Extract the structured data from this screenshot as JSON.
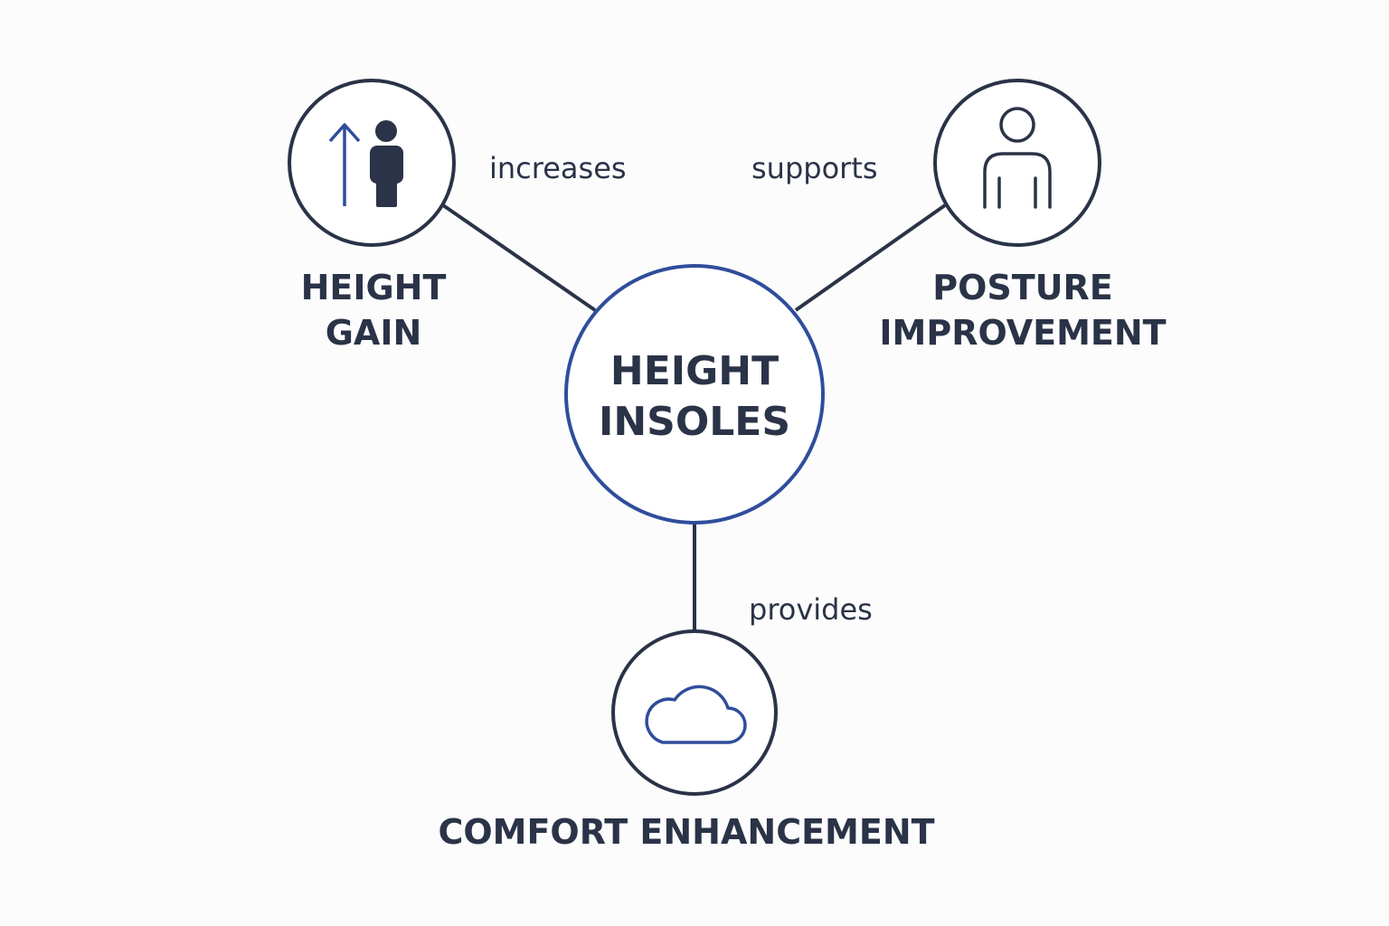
{
  "center": {
    "line1": "HEIGHT",
    "line2": "INSOLES"
  },
  "nodes": {
    "height_gain": {
      "line1": "HEIGHT",
      "line2": "GAIN",
      "icon": "height-arrow-person-icon"
    },
    "posture": {
      "line1": "POSTURE",
      "line2": "IMPROVEMENT",
      "icon": "person-outline-icon"
    },
    "comfort": {
      "line1": "COMFORT ENHANCEMENT",
      "icon": "cloud-icon"
    }
  },
  "edges": {
    "increases": "increases",
    "supports": "supports",
    "provides": "provides"
  },
  "colors": {
    "dark": "#2a3347",
    "accent": "#2f4d9b",
    "background": "#fcfcfd"
  }
}
